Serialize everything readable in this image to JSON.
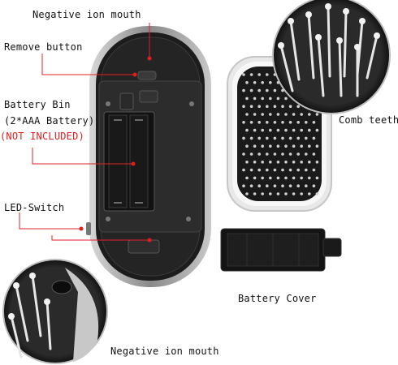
{
  "labels": {
    "negative_ion_mouth_top": "Negative ion mouth",
    "remove_button": "Remove button",
    "battery_bin": "Battery Bin",
    "battery_spec": "(2*AAA Battery)",
    "not_included": "(NOT INCLUDED)",
    "comb_teeth": "Comb teeth",
    "led_switch": "LED-Switch",
    "battery_cover": "Battery Cover",
    "negative_ion_mouth_bottom": "Negative ion mouth"
  },
  "colors": {
    "callout": "#e02020",
    "body_dark": "#1c1c1c",
    "body_rim": "#9a9a9a",
    "pad_white": "#f4f4f4"
  }
}
